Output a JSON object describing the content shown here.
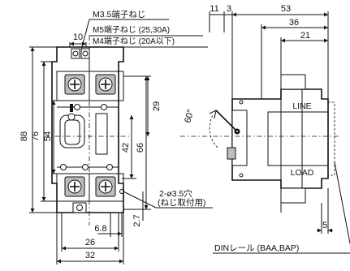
{
  "labels": {
    "m35": "M3.5端子ねじ",
    "m5": "M5端子ねじ (25,30A)",
    "m4": "M4端子ねじ (20A以下)",
    "hole_1": "2-ø3.5穴",
    "hole_2": "(ねじ取付用)",
    "line": "LINE",
    "load": "LOAD",
    "din": "DINレール (BAA,BAP)",
    "angle": "60°"
  },
  "dims": {
    "top_10": "10",
    "top_11": "11",
    "top_3": "3",
    "top_53": "53",
    "top_36": "36",
    "top_21": "21",
    "left_88": "88",
    "left_76": "76",
    "left_54": "54",
    "mid_29": "29",
    "mid_42": "42",
    "mid_66": "66",
    "bot_27": "2.7",
    "bot_68": "6.8",
    "bot_26": "26",
    "bot_32": "32",
    "right_5": "5"
  }
}
